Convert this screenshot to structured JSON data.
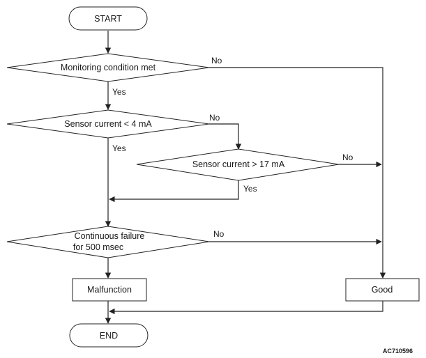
{
  "nodes": {
    "start": "START",
    "monitoring": "Monitoring condition met",
    "sensor_low": "Sensor current < 4 mA",
    "sensor_high": "Sensor current > 17 mA",
    "continuous_line1": "Continuous failure",
    "continuous_line2": "for 500 msec",
    "malfunction": "Malfunction",
    "good": "Good",
    "end": "END"
  },
  "edges": {
    "monitoring_no": "No",
    "monitoring_yes": "Yes",
    "sensor_low_no": "No",
    "sensor_low_yes": "Yes",
    "sensor_high_no": "No",
    "sensor_high_yes": "Yes",
    "continuous_no": "No"
  },
  "figure_code": "AC710596"
}
